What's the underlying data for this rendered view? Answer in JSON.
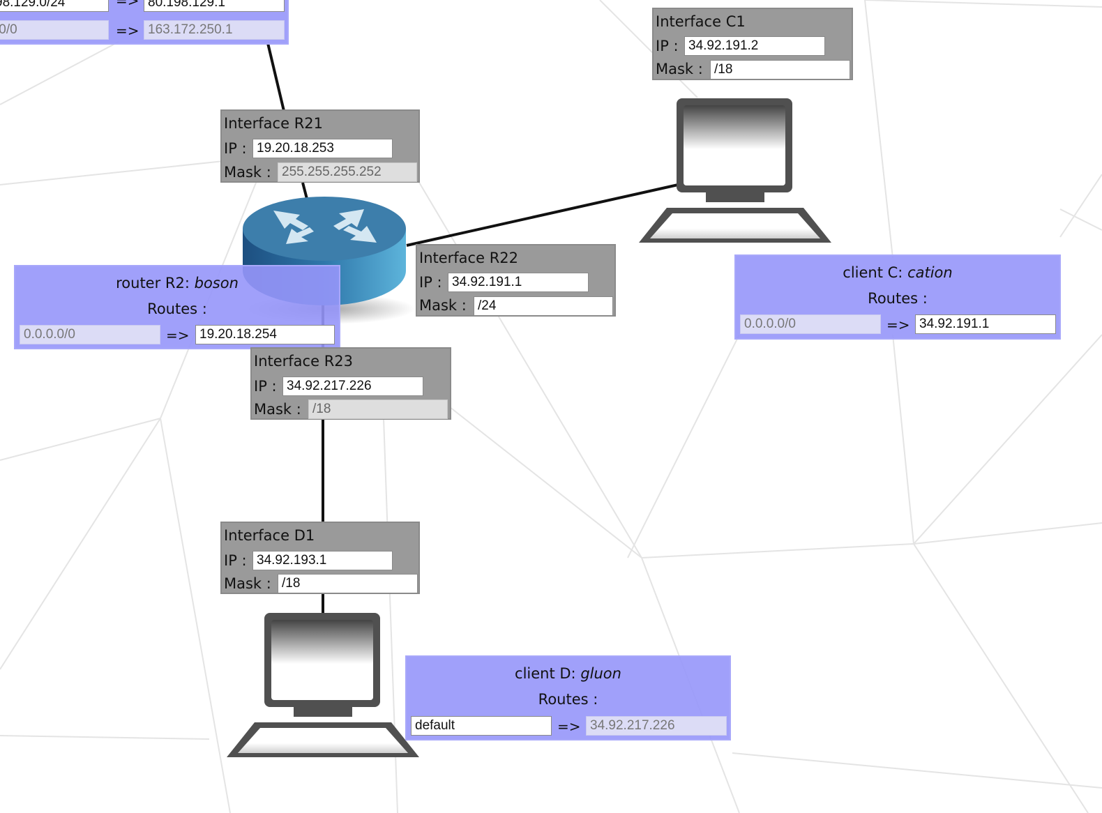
{
  "top_panel": {
    "routes": [
      {
        "dest": "98.129.0/24",
        "gw": "80.198.129.1"
      },
      {
        "dest": ".0/0",
        "gw": "163.172.250.1"
      }
    ]
  },
  "interfaces": {
    "r21": {
      "title": "Interface R21",
      "ip_label": "IP :",
      "ip": "19.20.18.253",
      "mask_label": "Mask :",
      "mask": "255.255.255.252"
    },
    "r22": {
      "title": "Interface R22",
      "ip_label": "IP :",
      "ip": "34.92.191.1",
      "mask_label": "Mask :",
      "mask": "/24"
    },
    "r23": {
      "title": "Interface R23",
      "ip_label": "IP :",
      "ip": "34.92.217.226",
      "mask_label": "Mask :",
      "mask": "/18"
    },
    "c1": {
      "title": "Interface C1",
      "ip_label": "IP :",
      "ip": "34.92.191.2",
      "mask_label": "Mask :",
      "mask": "/18"
    },
    "d1": {
      "title": "Interface D1",
      "ip_label": "IP :",
      "ip": "34.92.193.1",
      "mask_label": "Mask :",
      "mask": "/18"
    }
  },
  "router_r2": {
    "title_prefix": "router R2: ",
    "name": "boson",
    "routes_label": "Routes :",
    "routes": [
      {
        "dest": "0.0.0.0/0",
        "arrow": "=>",
        "gw": "19.20.18.254"
      }
    ]
  },
  "client_c": {
    "title_prefix": "client C: ",
    "name": "cation",
    "routes_label": "Routes :",
    "routes": [
      {
        "dest": "0.0.0.0/0",
        "arrow": "=>",
        "gw": "34.92.191.1"
      }
    ]
  },
  "client_d": {
    "title_prefix": "client D: ",
    "name": "gluon",
    "routes_label": "Routes :",
    "routes": [
      {
        "dest": "default",
        "arrow": "=>",
        "gw": "34.92.217.226"
      }
    ]
  },
  "arrow_symbol": "=>",
  "colors": {
    "panel": "#9696fa",
    "interface": "#9a9a9a",
    "router": "#3a7fb0"
  }
}
